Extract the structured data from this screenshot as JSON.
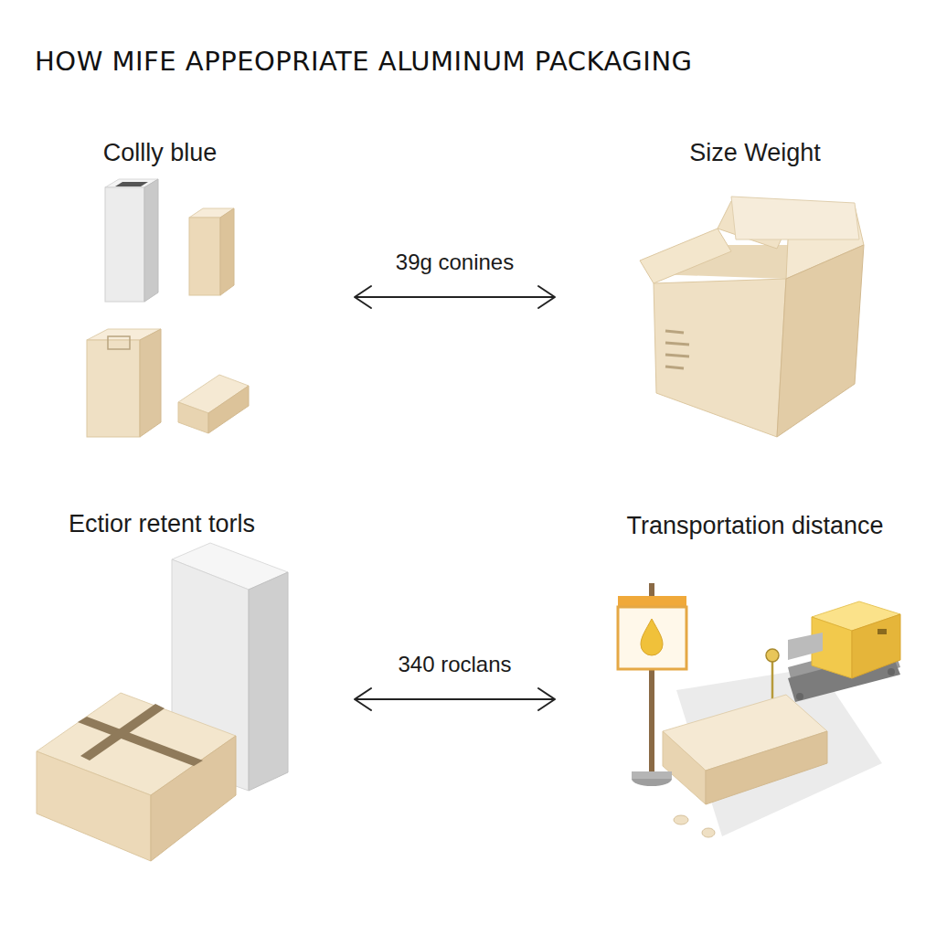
{
  "diagram": {
    "title": "HOW MIFE APPEOPRIATE ALUMINUM PACKAGING",
    "nodes": [
      {
        "text": [
          "Collly blue"
        ]
      },
      {
        "text": [
          "Size Weight"
        ]
      },
      {
        "text": [
          "Ectior retent torls"
        ]
      },
      {
        "text": [
          "Transportation distance"
        ]
      }
    ],
    "edges": [
      {
        "from": 0,
        "to": 1,
        "label": "39g conines",
        "arrow": "both"
      },
      {
        "from": 2,
        "to": 3,
        "label": "340 roclans",
        "arrow": "both"
      }
    ]
  }
}
